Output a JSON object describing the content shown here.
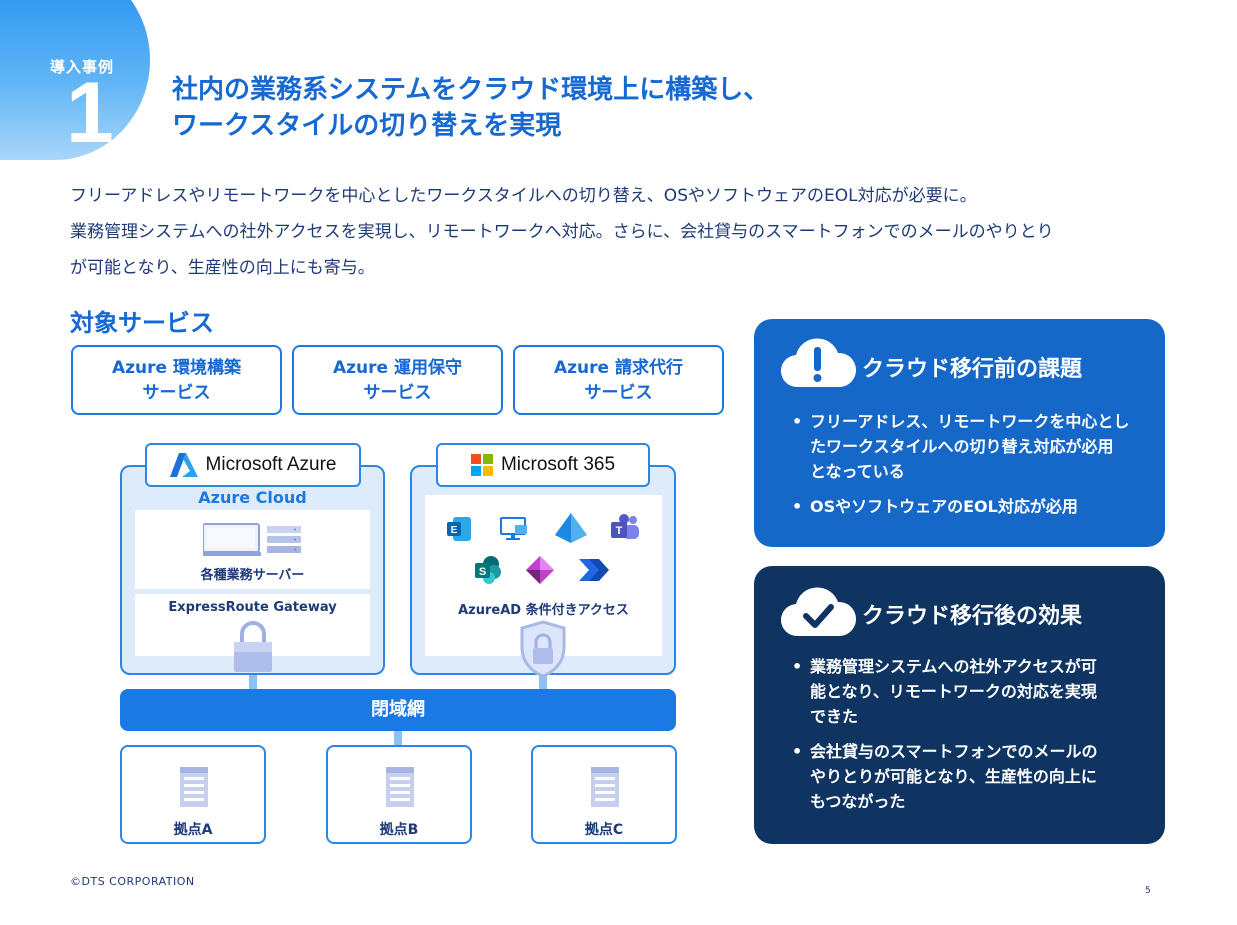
{
  "badge": {
    "label": "導入事例",
    "number": "1"
  },
  "title": {
    "line1": "社内の業務系システムをクラウド環境上に構築し、",
    "line2": "ワークスタイルの切り替えを実現"
  },
  "intro": {
    "line1": "フリーアドレスやリモートワークを中心としたワークスタイルへの切り替え、OSやソフトウェアのEOL対応が必要に。",
    "line2": "業務管理システムへの社外アクセスを実現し、リモートワークへ対応。さらに、会社貸与のスマートフォンでのメールのやりとり",
    "line3": "が可能となり、生産性の向上にも寄与。"
  },
  "services": {
    "heading": "対象サービス",
    "items": [
      {
        "line1": "Azure 環境構築",
        "line2": "サービス"
      },
      {
        "line1": "Azure 運用保守",
        "line2": "サービス"
      },
      {
        "line1": "Azure 請求代行",
        "line2": "サービス"
      }
    ]
  },
  "diagram": {
    "azure": {
      "header": "Microsoft Azure",
      "cloud_label": "Azure Cloud",
      "servers_label": "各種業務サーバー",
      "gateway_label": "ExpressRoute Gateway"
    },
    "m365": {
      "header": "Microsoft 365",
      "access_label": "AzureAD 条件付きアクセス",
      "apps": [
        "exchange-icon",
        "remote-desktop-icon",
        "azure-ad-icon",
        "teams-icon",
        "sharepoint-icon",
        "power-apps-icon",
        "power-automate-icon"
      ]
    },
    "network_label": "閉域網",
    "sites": [
      "拠点A",
      "拠点B",
      "拠点C"
    ]
  },
  "cards": {
    "before": {
      "title": "クラウド移行前の課題",
      "bullets": [
        {
          "lines": [
            "フリーアドレス、リモートワークを中心とし",
            "たワークスタイルへの切り替え対応が必用",
            "となっている"
          ]
        },
        {
          "lines": [
            "OSやソフトウェアのEOL対応が必用"
          ]
        }
      ]
    },
    "after": {
      "title": "クラウド移行後の効果",
      "bullets": [
        {
          "lines": [
            "業務管理システムへの社外アクセスが可",
            "能となり、リモートワークの対応を実現",
            "できた"
          ]
        },
        {
          "lines": [
            "会社貸与のスマートフォンでのメールの",
            "やりとりが可能となり、生産性の向上に",
            "もつながった"
          ]
        }
      ]
    }
  },
  "colors": {
    "primary": "#1668d3",
    "accent": "#1b79e3",
    "card_before": "#1668c8",
    "card_after": "#0f3462",
    "panel_fill": "#deebfa"
  },
  "footer": {
    "copyright": "©DTS CORPORATION",
    "page": "5"
  }
}
